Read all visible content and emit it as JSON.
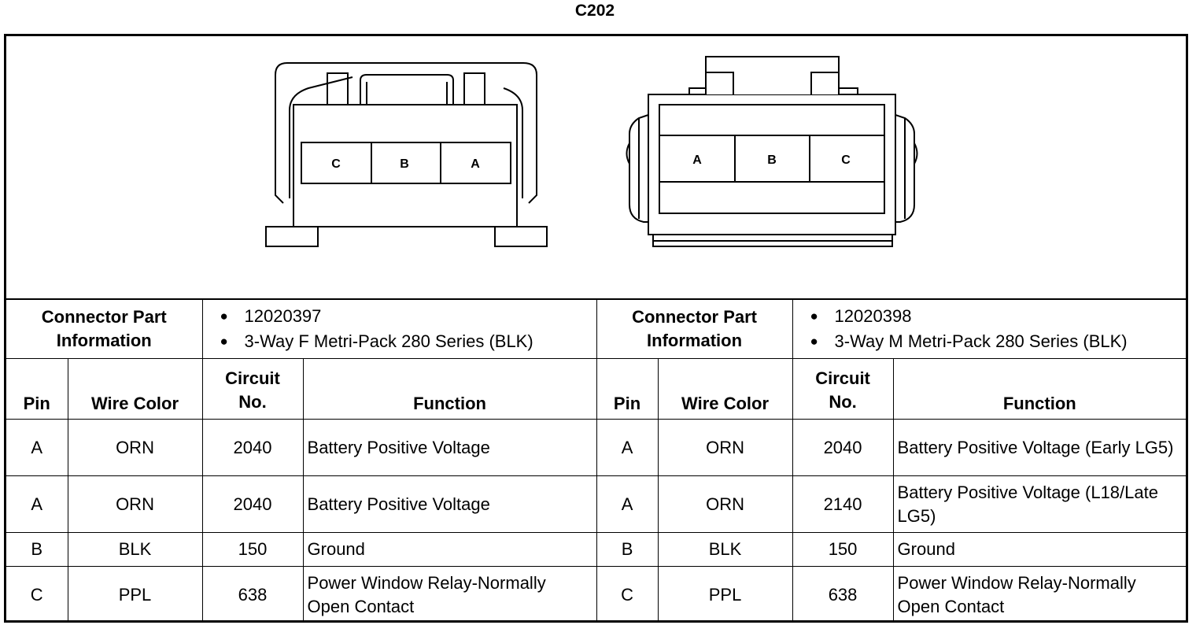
{
  "title": "C202",
  "connectors": [
    {
      "info_label": "Connector Part Information",
      "info_items": [
        "12020397",
        "3-Way F Metri-Pack 280 Series (BLK)"
      ],
      "cavity_labels": [
        "C",
        "B",
        "A"
      ],
      "rows": [
        {
          "pin": "A",
          "wire": "ORN",
          "circuit": "2040",
          "function": "Battery Positive Voltage"
        },
        {
          "pin": "A",
          "wire": "ORN",
          "circuit": "2040",
          "function": "Battery Positive Voltage"
        },
        {
          "pin": "B",
          "wire": "BLK",
          "circuit": "150",
          "function": "Ground"
        },
        {
          "pin": "C",
          "wire": "PPL",
          "circuit": "638",
          "function": "Power Window Relay-Normally Open Contact"
        }
      ]
    },
    {
      "info_label": "Connector Part Information",
      "info_items": [
        "12020398",
        "3-Way M Metri-Pack 280 Series (BLK)"
      ],
      "cavity_labels": [
        "A",
        "B",
        "C"
      ],
      "rows": [
        {
          "pin": "A",
          "wire": "ORN",
          "circuit": "2040",
          "function": "Battery Positive Voltage (Early LG5)"
        },
        {
          "pin": "A",
          "wire": "ORN",
          "circuit": "2140",
          "function": "Battery Positive Voltage (L18/Late LG5)"
        },
        {
          "pin": "B",
          "wire": "BLK",
          "circuit": "150",
          "function": "Ground"
        },
        {
          "pin": "C",
          "wire": "PPL",
          "circuit": "638",
          "function": "Power Window Relay-Normally Open Contact"
        }
      ]
    }
  ],
  "headers": {
    "pin": "Pin",
    "wire": "Wire Color",
    "circuit": "Circuit No.",
    "function": "Function"
  }
}
